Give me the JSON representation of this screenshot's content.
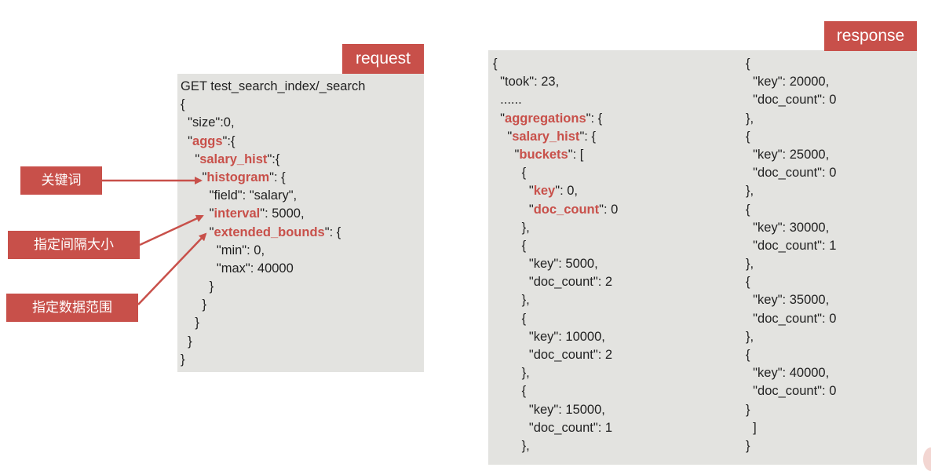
{
  "request": {
    "tag": "request",
    "lines": [
      {
        "parts": [
          {
            "t": "GET test_search_index/_search"
          }
        ]
      },
      {
        "parts": [
          {
            "t": "{"
          }
        ]
      },
      {
        "parts": [
          {
            "t": "  \"size\":0,"
          }
        ]
      },
      {
        "parts": [
          {
            "t": "  \""
          },
          {
            "t": "aggs",
            "kw": true
          },
          {
            "t": "\":{"
          }
        ]
      },
      {
        "parts": [
          {
            "t": "    \""
          },
          {
            "t": "salary_hist",
            "kw": true
          },
          {
            "t": "\":{"
          }
        ]
      },
      {
        "parts": [
          {
            "t": "      \""
          },
          {
            "t": "histogram",
            "kw": true
          },
          {
            "t": "\": {"
          }
        ]
      },
      {
        "parts": [
          {
            "t": "        \"field\": \"salary\","
          }
        ]
      },
      {
        "parts": [
          {
            "t": "        \""
          },
          {
            "t": "interval",
            "kw": true
          },
          {
            "t": "\": 5000,"
          }
        ]
      },
      {
        "parts": [
          {
            "t": "        \""
          },
          {
            "t": "extended_bounds",
            "kw": true
          },
          {
            "t": "\": {"
          }
        ]
      },
      {
        "parts": [
          {
            "t": "          \"min\": 0,"
          }
        ]
      },
      {
        "parts": [
          {
            "t": "          \"max\": 40000"
          }
        ]
      },
      {
        "parts": [
          {
            "t": "        }"
          }
        ]
      },
      {
        "parts": [
          {
            "t": "      }"
          }
        ]
      },
      {
        "parts": [
          {
            "t": "    }"
          }
        ]
      },
      {
        "parts": [
          {
            "t": "  }"
          }
        ]
      },
      {
        "parts": [
          {
            "t": "}"
          }
        ]
      }
    ]
  },
  "response": {
    "tag": "response",
    "left_lines": [
      {
        "parts": [
          {
            "t": "{"
          }
        ]
      },
      {
        "parts": [
          {
            "t": "  \"took\": 23,"
          }
        ]
      },
      {
        "parts": [
          {
            "t": "  ......"
          }
        ]
      },
      {
        "parts": [
          {
            "t": "  \""
          },
          {
            "t": "aggregations",
            "kw": true
          },
          {
            "t": "\": {"
          }
        ]
      },
      {
        "parts": [
          {
            "t": "    \""
          },
          {
            "t": "salary_hist",
            "kw": true
          },
          {
            "t": "\": {"
          }
        ]
      },
      {
        "parts": [
          {
            "t": "      \""
          },
          {
            "t": "buckets",
            "kw": true
          },
          {
            "t": "\": ["
          }
        ]
      },
      {
        "parts": [
          {
            "t": "        {"
          }
        ]
      },
      {
        "parts": [
          {
            "t": "          \""
          },
          {
            "t": "key",
            "kw": true
          },
          {
            "t": "\": 0,"
          }
        ]
      },
      {
        "parts": [
          {
            "t": "          \""
          },
          {
            "t": "doc_count",
            "kw": true
          },
          {
            "t": "\": 0"
          }
        ]
      },
      {
        "parts": [
          {
            "t": "        },"
          }
        ]
      },
      {
        "parts": [
          {
            "t": "        {"
          }
        ]
      },
      {
        "parts": [
          {
            "t": "          \"key\": 5000,"
          }
        ]
      },
      {
        "parts": [
          {
            "t": "          \"doc_count\": 2"
          }
        ]
      },
      {
        "parts": [
          {
            "t": "        },"
          }
        ]
      },
      {
        "parts": [
          {
            "t": "        {"
          }
        ]
      },
      {
        "parts": [
          {
            "t": "          \"key\": 10000,"
          }
        ]
      },
      {
        "parts": [
          {
            "t": "          \"doc_count\": 2"
          }
        ]
      },
      {
        "parts": [
          {
            "t": "        },"
          }
        ]
      },
      {
        "parts": [
          {
            "t": "        {"
          }
        ]
      },
      {
        "parts": [
          {
            "t": "          \"key\": 15000,"
          }
        ]
      },
      {
        "parts": [
          {
            "t": "          \"doc_count\": 1"
          }
        ]
      },
      {
        "parts": [
          {
            "t": "        },"
          }
        ]
      }
    ],
    "right_lines": [
      {
        "parts": [
          {
            "t": "{"
          }
        ]
      },
      {
        "parts": [
          {
            "t": "  \"key\": 20000,"
          }
        ]
      },
      {
        "parts": [
          {
            "t": "  \"doc_count\": 0"
          }
        ]
      },
      {
        "parts": [
          {
            "t": "},"
          }
        ]
      },
      {
        "parts": [
          {
            "t": "{"
          }
        ]
      },
      {
        "parts": [
          {
            "t": "  \"key\": 25000,"
          }
        ]
      },
      {
        "parts": [
          {
            "t": "  \"doc_count\": 0"
          }
        ]
      },
      {
        "parts": [
          {
            "t": "},"
          }
        ]
      },
      {
        "parts": [
          {
            "t": "{"
          }
        ]
      },
      {
        "parts": [
          {
            "t": "  \"key\": 30000,"
          }
        ]
      },
      {
        "parts": [
          {
            "t": "  \"doc_count\": 1"
          }
        ]
      },
      {
        "parts": [
          {
            "t": "},"
          }
        ]
      },
      {
        "parts": [
          {
            "t": "{"
          }
        ]
      },
      {
        "parts": [
          {
            "t": "  \"key\": 35000,"
          }
        ]
      },
      {
        "parts": [
          {
            "t": "  \"doc_count\": 0"
          }
        ]
      },
      {
        "parts": [
          {
            "t": "},"
          }
        ]
      },
      {
        "parts": [
          {
            "t": "{"
          }
        ]
      },
      {
        "parts": [
          {
            "t": "  \"key\": 40000,"
          }
        ]
      },
      {
        "parts": [
          {
            "t": "  \"doc_count\": 0"
          }
        ]
      },
      {
        "parts": [
          {
            "t": "}"
          }
        ]
      },
      {
        "parts": [
          {
            "t": "  ]"
          }
        ]
      },
      {
        "parts": [
          {
            "t": "}"
          }
        ]
      }
    ]
  },
  "callouts": {
    "keyword": "关键词",
    "interval": "指定间隔大小",
    "bounds": "指定数据范围"
  },
  "colors": {
    "accent": "#c8504a",
    "panel_bg": "#e3e3e0",
    "text": "#222222"
  }
}
